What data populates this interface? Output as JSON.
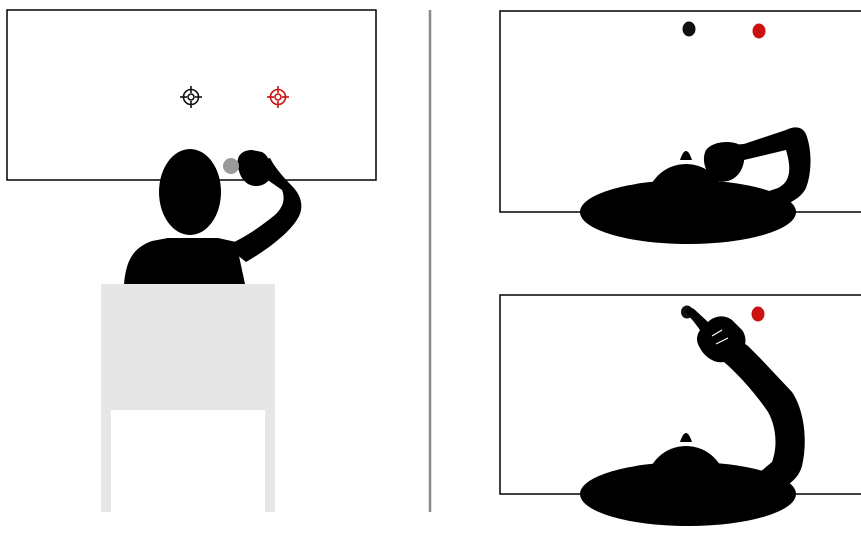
{
  "figure": {
    "panels": [
      {
        "id": "front-view",
        "view": "front",
        "stage": "aiming-with-light"
      },
      {
        "id": "top-view-aiming",
        "view": "top",
        "stage": "aiming-with-light"
      },
      {
        "id": "top-view-pointing",
        "view": "top",
        "stage": "pointing"
      }
    ],
    "targets": [
      {
        "id": "target-black",
        "color": "#111111"
      },
      {
        "id": "target-red",
        "color": "#cc1111"
      }
    ],
    "colors": {
      "silhouette": "#000000",
      "chair": "#e6e6e6",
      "divider": "#888888",
      "screen_border": "#000000",
      "light_source": "#9a9a9a",
      "target_black": "#111111",
      "target_red": "#cc1111"
    }
  }
}
